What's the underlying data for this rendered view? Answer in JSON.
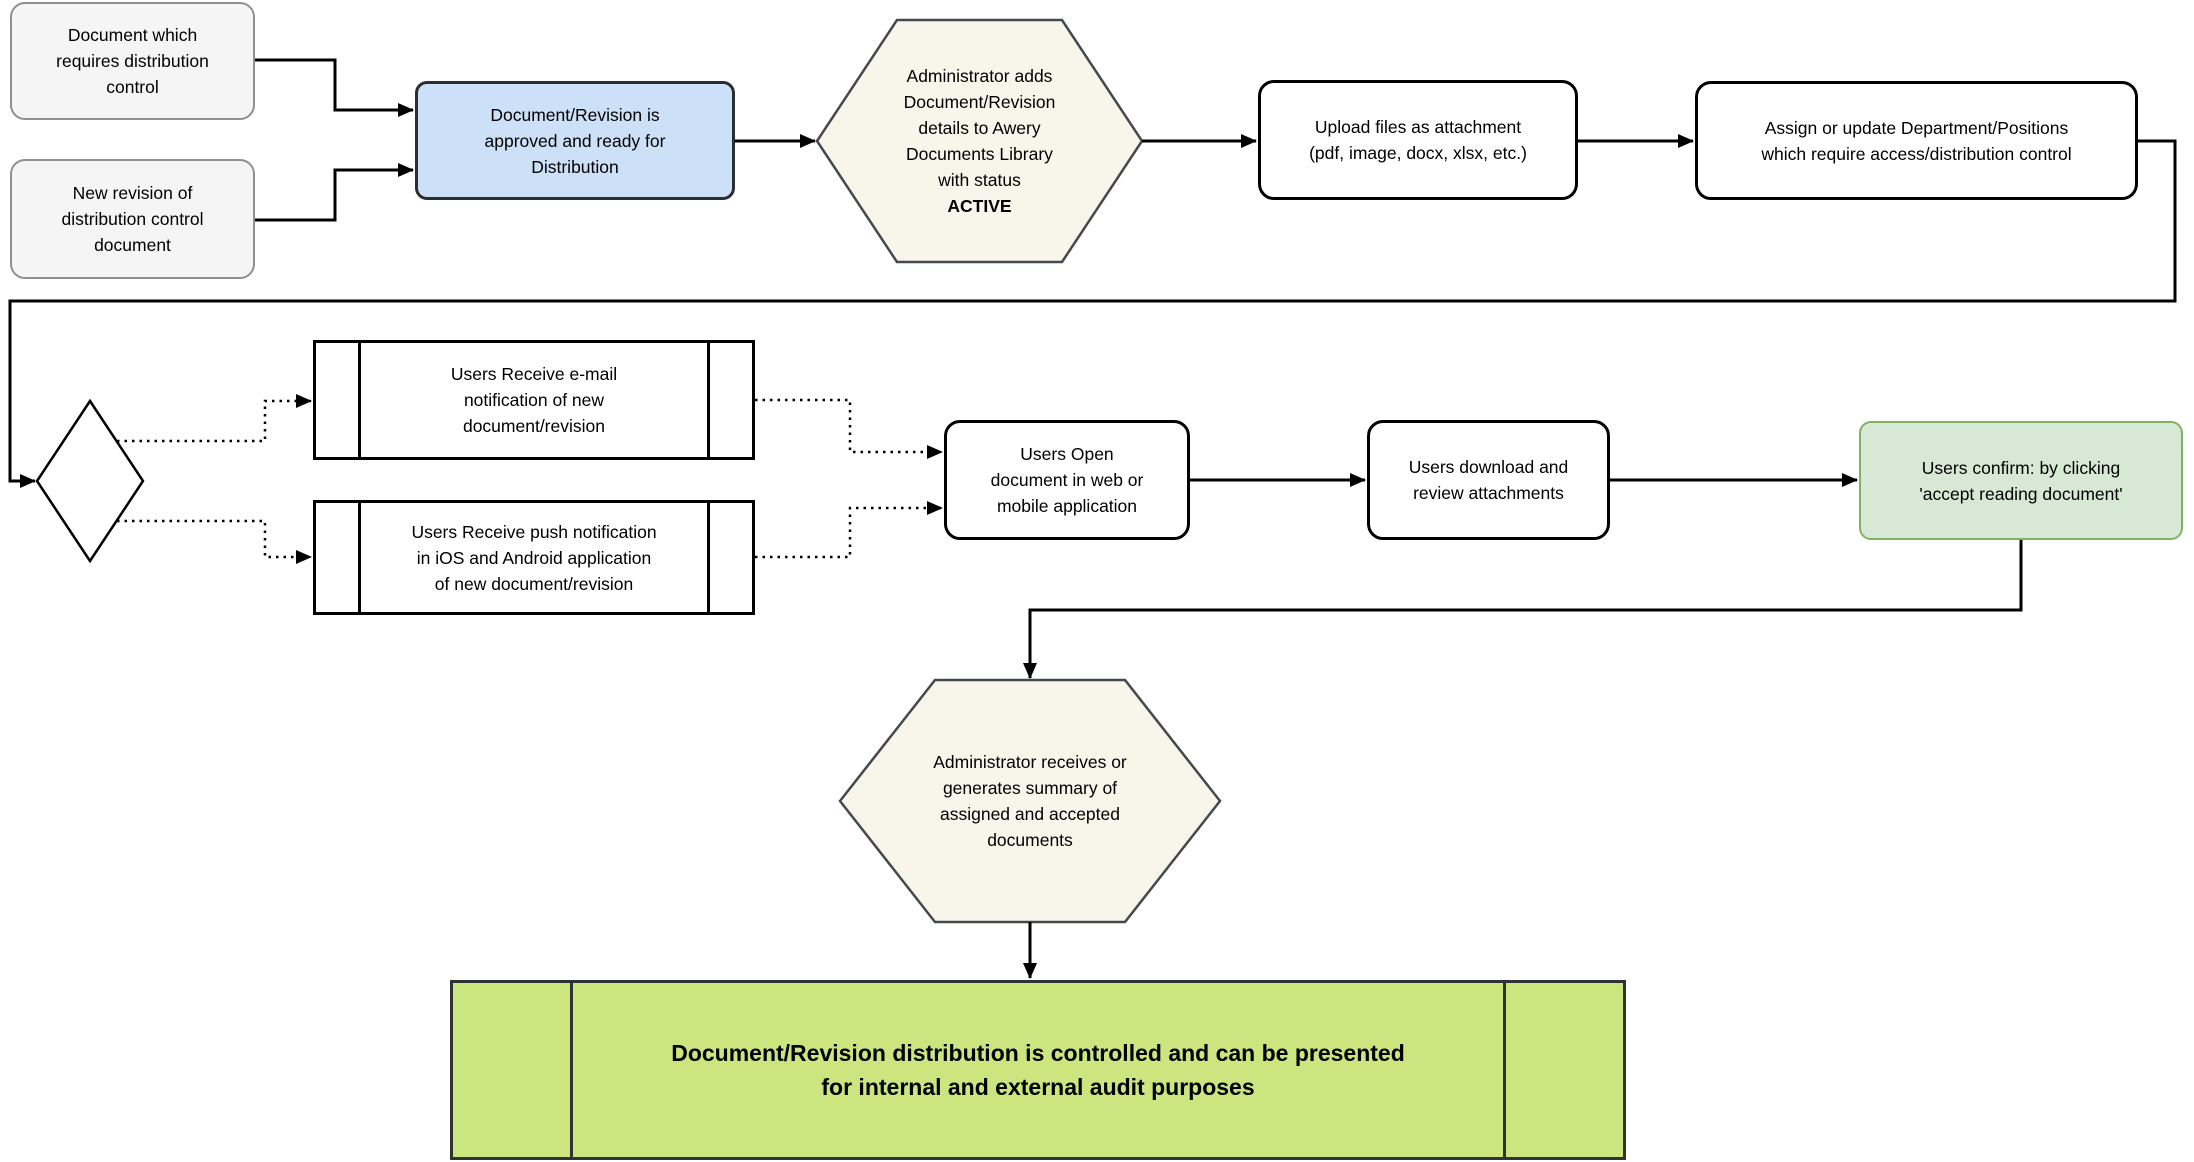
{
  "nodes": {
    "doc_requires": {
      "lines": [
        "Document which",
        "requires distribution",
        "control"
      ]
    },
    "new_revision": {
      "lines": [
        "New revision of",
        "distribution control",
        "document"
      ]
    },
    "approved": {
      "lines": [
        "Document/Revision is",
        "approved and ready for",
        "Distribution"
      ]
    },
    "admin_adds": {
      "lines": [
        "Administrator adds",
        "Document/Revision",
        "details to Awery",
        "Documents Library"
      ],
      "last_line_prefix": "with status ",
      "last_line_bold": "ACTIVE"
    },
    "upload": {
      "lines": [
        "Upload files as attachment",
        "(pdf, image, docx, xlsx, etc.)"
      ]
    },
    "assign": {
      "lines": [
        "Assign or update Department/Positions",
        "which require access/distribution control"
      ]
    },
    "email_notif": {
      "lines": [
        "Users Receive e-mail",
        "notification of new",
        "document/revision"
      ]
    },
    "push_notif": {
      "lines": [
        "Users Receive push notification",
        "in iOS and Android application",
        "of new document/revision"
      ]
    },
    "open_doc": {
      "lines": [
        "Users Open",
        "document in web or",
        "mobile application"
      ]
    },
    "download": {
      "lines": [
        "Users download and",
        "review attachments"
      ]
    },
    "confirm": {
      "lines": [
        "Users confirm: by clicking",
        "'accept reading document'"
      ]
    },
    "summary": {
      "lines": [
        "Administrator receives or",
        "generates summary of",
        "assigned and accepted",
        "documents"
      ]
    },
    "controlled": {
      "lines": [
        "Document/Revision distribution is controlled and can be presented",
        "for internal and external audit purposes"
      ]
    }
  },
  "colors": {
    "node_gray_fill": "#f5f5f5",
    "node_gray_stroke": "#909090",
    "node_blue_fill": "#cce0f7",
    "node_blue_stroke": "#2b2e31",
    "hexagon_fill": "#f8f5ea",
    "hexagon_stroke": "#45494d",
    "node_white_fill": "#ffffff",
    "node_white_stroke": "#000000",
    "node_green_fill": "#d7e9d4",
    "node_green_stroke": "#80b266",
    "banner_fill": "#cbe57f",
    "banner_stroke": "#2f3336",
    "edge_color": "#000000"
  }
}
